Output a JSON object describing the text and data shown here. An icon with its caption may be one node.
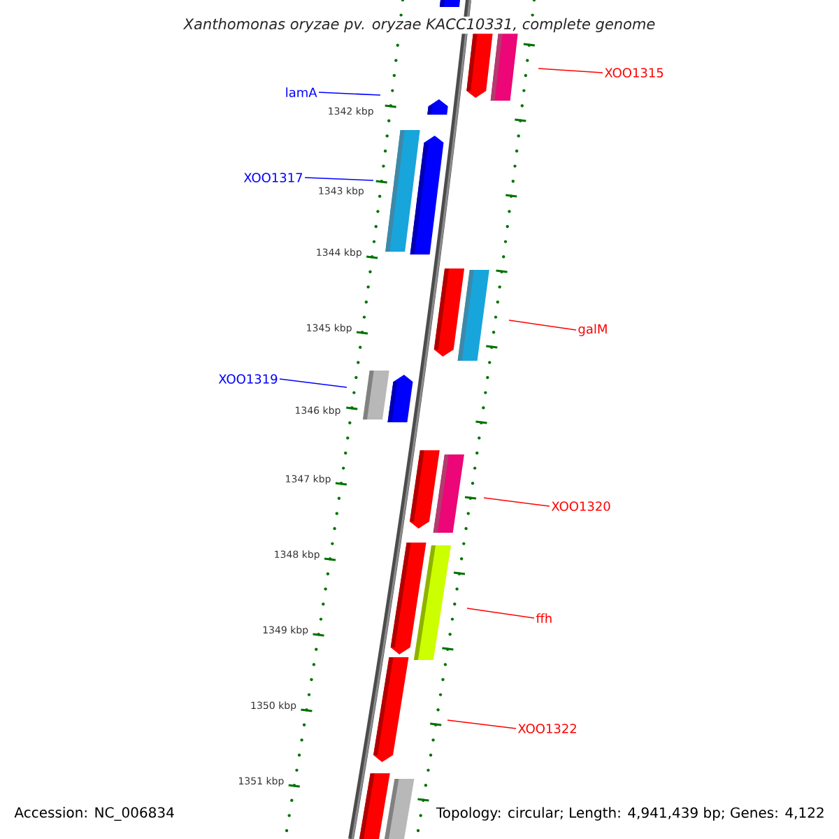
{
  "diagram": {
    "title": "Xanthomonas oryzae pv. oryzae KACC10331, complete genome",
    "nodes": [
      {
        "text": [
          "lamA"
        ]
      },
      {
        "text": [
          "XOO1317"
        ]
      },
      {
        "text": [
          "XOO1319"
        ]
      },
      {
        "text": [
          "XOO1315"
        ]
      },
      {
        "text": [
          "galM"
        ]
      },
      {
        "text": [
          "XOO1320"
        ]
      },
      {
        "text": [
          "ffh"
        ]
      },
      {
        "text": [
          "XOO1322"
        ]
      }
    ],
    "edges": [
      {
        "from": 0,
        "to": null,
        "arrow": "none",
        "color": "#0000ff"
      },
      {
        "from": 1,
        "to": null,
        "arrow": "none",
        "color": "#0000ff"
      },
      {
        "from": 2,
        "to": null,
        "arrow": "none",
        "color": "#0000ff"
      },
      {
        "from": 3,
        "to": null,
        "arrow": "none"
      },
      {
        "from": 4,
        "to": null,
        "arrow": "none"
      },
      {
        "from": 5,
        "to": null,
        "arrow": "none"
      },
      {
        "from": 6,
        "to": null,
        "arrow": "none"
      },
      {
        "from": 7,
        "to": null,
        "arrow": "none"
      }
    ],
    "labels": [
      "1342 kbp",
      "1343 kbp",
      "1344 kbp",
      "1345 kbp",
      "1346 kbp",
      "1347 kbp",
      "1348 kbp",
      "1349 kbp",
      "1350 kbp",
      "1351 kbp",
      "Accession: NC_006834",
      "Topology: circular; Length: 4,941,439 bp; Genes: 4,122"
    ]
  }
}
